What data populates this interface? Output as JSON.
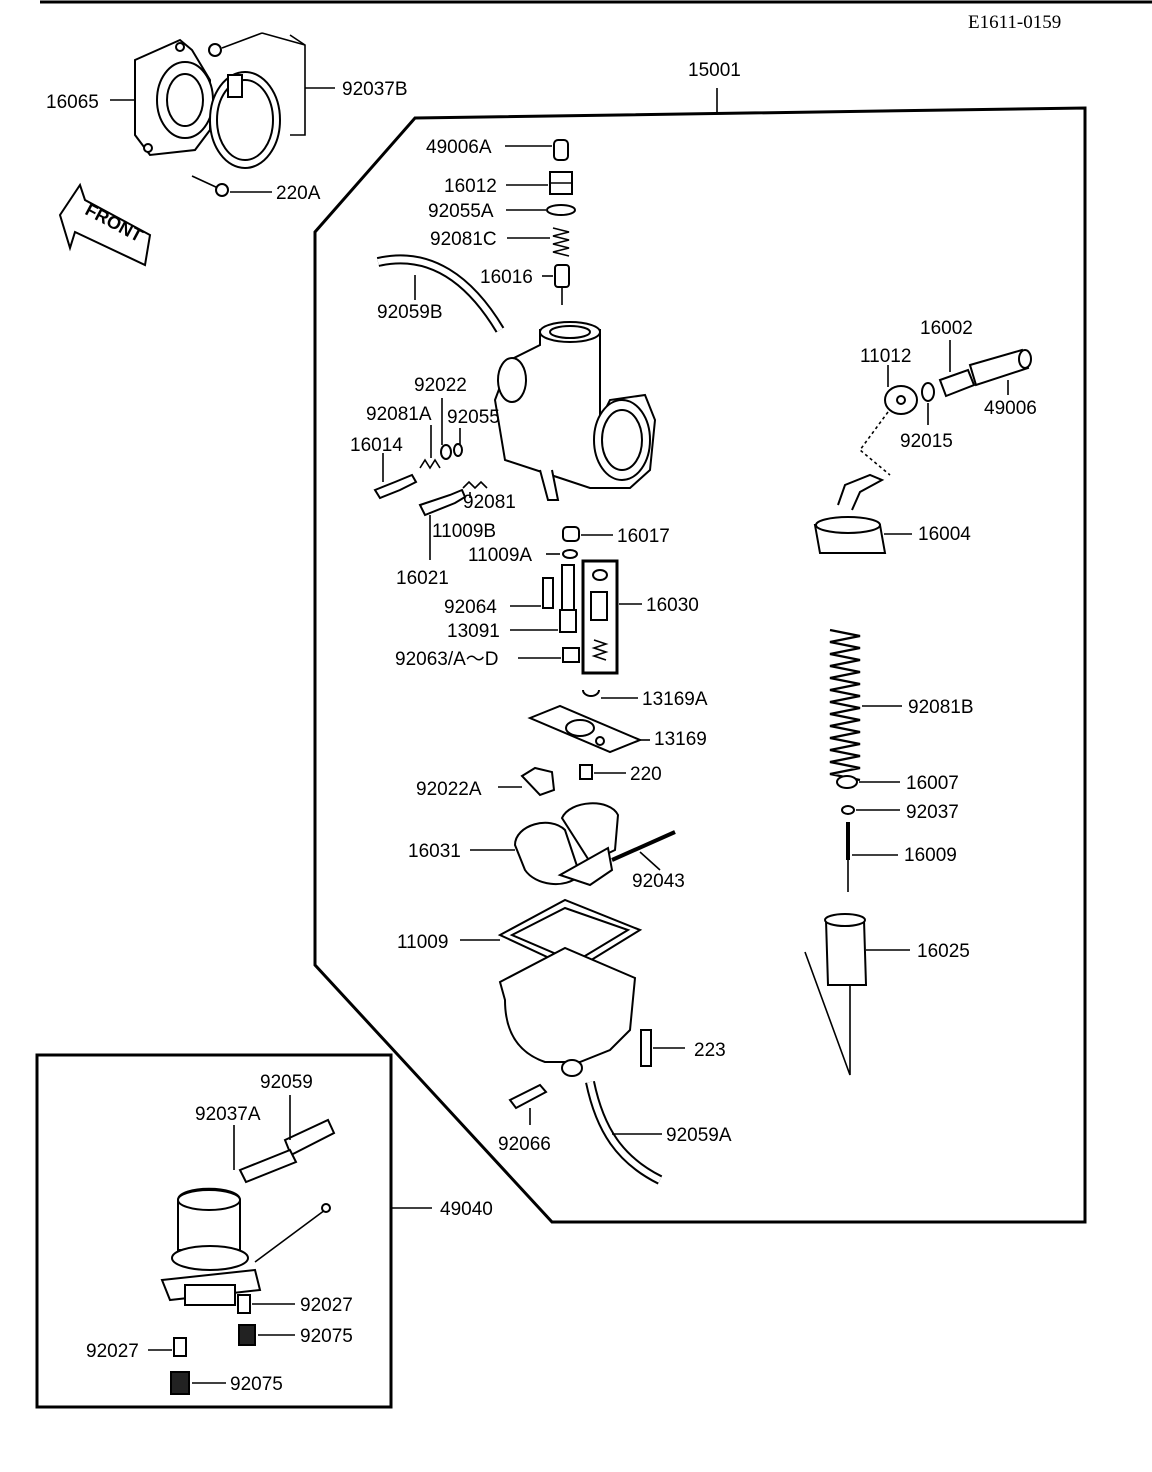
{
  "diagram_code": "E1611-0159",
  "front_badge": "FRONT",
  "labels": {
    "p16065": "16065",
    "p92037B": "92037B",
    "p220A": "220A",
    "p15001": "15001",
    "p49006A": "49006A",
    "p16012": "16012",
    "p92055A": "92055A",
    "p92081C": "92081C",
    "p16016": "16016",
    "p92059B": "92059B",
    "p92022": "92022",
    "p92081A": "92081A",
    "p92055": "92055",
    "p16014": "16014",
    "p92081": "92081",
    "p11009B": "11009B",
    "p16021": "16021",
    "p16017": "16017",
    "p11009A": "11009A",
    "p16030": "16030",
    "p92064": "92064",
    "p13091": "13091",
    "p92063": "92063/A～D",
    "p13169A": "13169A",
    "p13169": "13169",
    "p220": "220",
    "p92022A": "92022A",
    "p16031": "16031",
    "p92043": "92043",
    "p11009": "11009",
    "p223": "223",
    "p92066": "92066",
    "p92059A": "92059A",
    "p16002": "16002",
    "p11012": "11012",
    "p49006": "49006",
    "p92015": "92015",
    "p16004": "16004",
    "p92081B": "92081B",
    "p16007": "16007",
    "p92037": "92037",
    "p16009": "16009",
    "p16025": "16025",
    "p92059": "92059",
    "p92037A": "92037A",
    "p49040": "49040",
    "p92027a": "92027",
    "p92075a": "92075",
    "p92027b": "92027",
    "p92075b": "92075"
  }
}
